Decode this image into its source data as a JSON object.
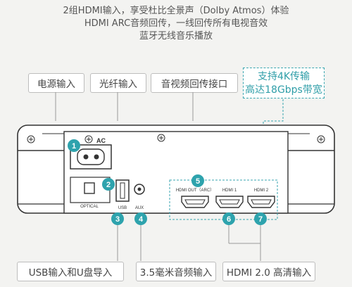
{
  "intro": {
    "line1": "2组HDMI输入，享受杜比全景声（Dolby Atmos）体验",
    "line2": "HDMI ARC音频回传，一线回传所有电视音效",
    "line3": "蓝牙无线音乐播放"
  },
  "labels": {
    "power": "电源输入",
    "optical": "光纤输入",
    "av_return": "音视频回传接口",
    "highlight_line1": "支持4K传输",
    "highlight_line2": "高达18Gbps带宽",
    "usb": "USB输入和U盘导入",
    "aux": "3.5毫米音频输入",
    "hdmi": "HDMI 2.0 高清输入"
  },
  "ports": {
    "ac": "AC",
    "optical": "OPTICAL",
    "usb": "USB",
    "aux": "AUX",
    "hdmi_out": "HDMI OUT（ARC）",
    "hdmi1": "HDMI 1",
    "hdmi2": "HDMI 2"
  },
  "markers": [
    "1",
    "2",
    "3",
    "4",
    "5",
    "6",
    "7"
  ],
  "colors": {
    "accent": "#3aa6b0",
    "marker": "#2ea3ad",
    "device": "#ffffff",
    "outline": "#333333"
  }
}
